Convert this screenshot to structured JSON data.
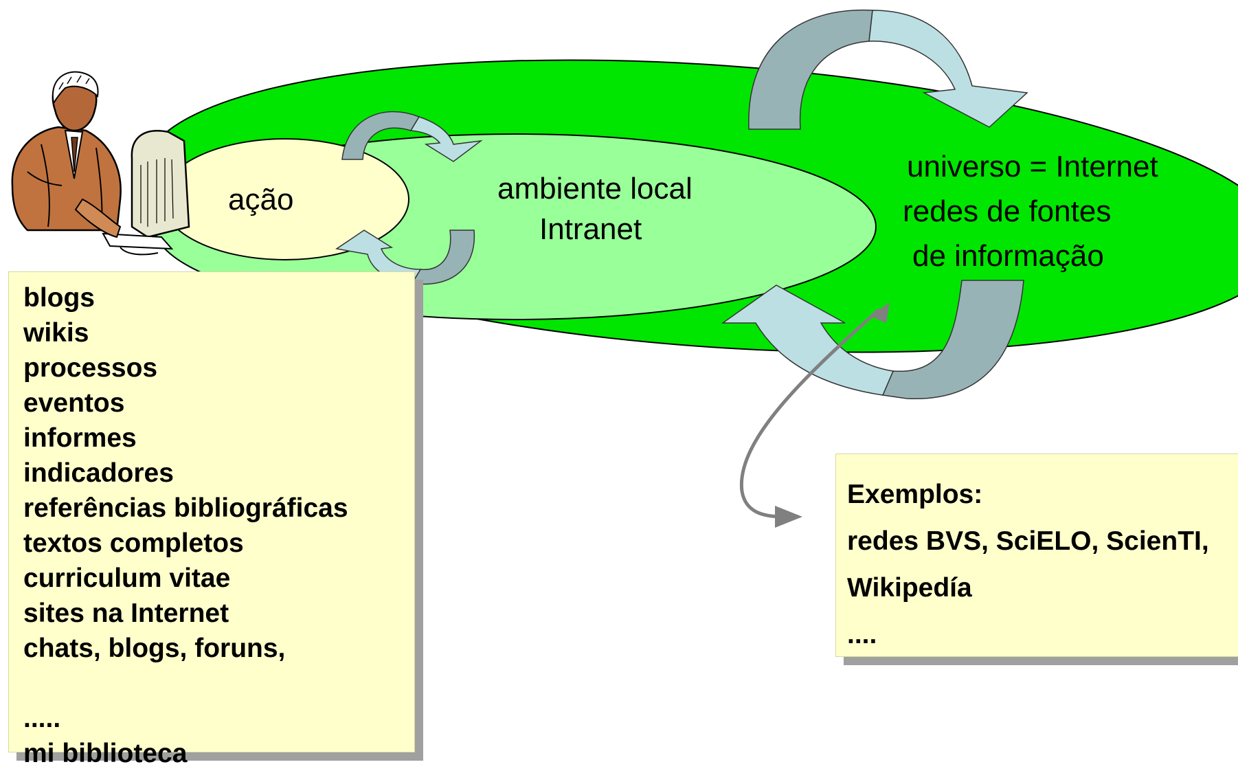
{
  "diagram": {
    "action_label": "ação",
    "local_label": [
      "ambiente local",
      "Intranet"
    ],
    "universe_label": [
      "universo = Internet",
      "redes de fontes",
      "de informação"
    ]
  },
  "left_box": {
    "items": [
      "blogs",
      "wikis",
      "processos",
      "eventos",
      "informes",
      "indicadores",
      "referências bibliográficas",
      "textos completos",
      "curriculum vitae",
      "sites na Internet",
      "chats, blogs, foruns,",
      "",
      ".....",
      "mi biblioteca"
    ]
  },
  "right_box": {
    "items": [
      "Exemplos:",
      "redes BVS, SciELO, ScienTI,",
      "Wikipedía",
      "...."
    ]
  },
  "colors": {
    "outer_ellipse": "#00e600",
    "middle_ellipse": "#99ff99",
    "inner_ellipse": "#ffffcc",
    "arrow_light": "#bcdfe3",
    "arrow_dark": "#98b3b6",
    "note_bg": "#ffffcc"
  },
  "icons": [
    "person-at-computer-icon"
  ]
}
